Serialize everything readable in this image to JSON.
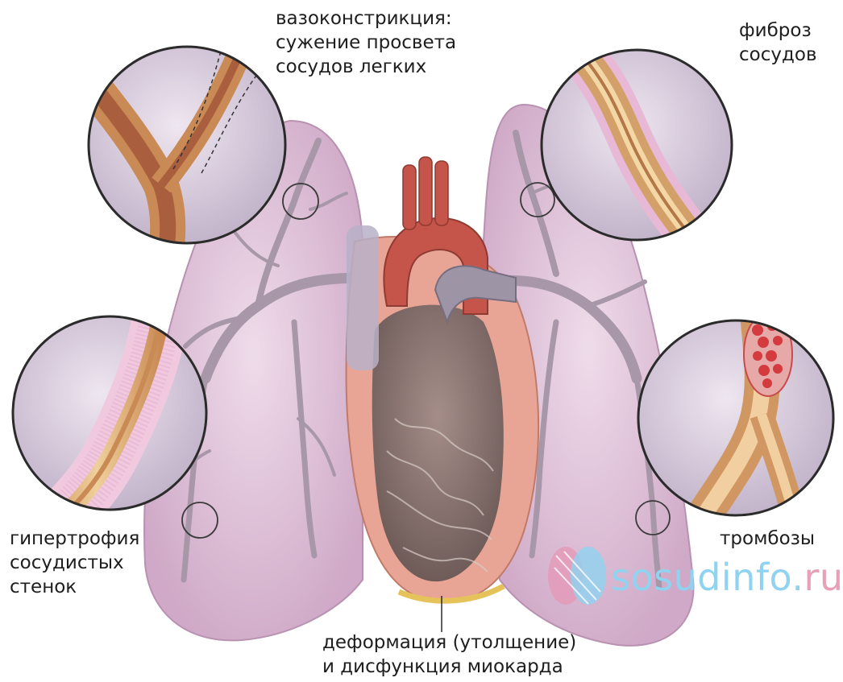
{
  "labels": {
    "vasoconstriction": "вазоконстрикция:\nсужение просвета\nсосудов легких",
    "fibrosis": "фиброз\nсосудов",
    "hypertrophy": "гипертрофия\nсосудистых\nстенок",
    "thrombosis": "тромбозы",
    "myocardium": "деформация (утолщение)\nи дисфункция миокарда"
  },
  "watermark": {
    "main": "sosudinfo.",
    "tld": "ru"
  },
  "colors": {
    "lung": "#e3c8dc",
    "vessel": "#a79aa8",
    "heart_red": "#c5544a",
    "myocardium": "#e3a596",
    "magnifier_bg": "#d8cedc",
    "artery_wall": "#d6a66e"
  }
}
